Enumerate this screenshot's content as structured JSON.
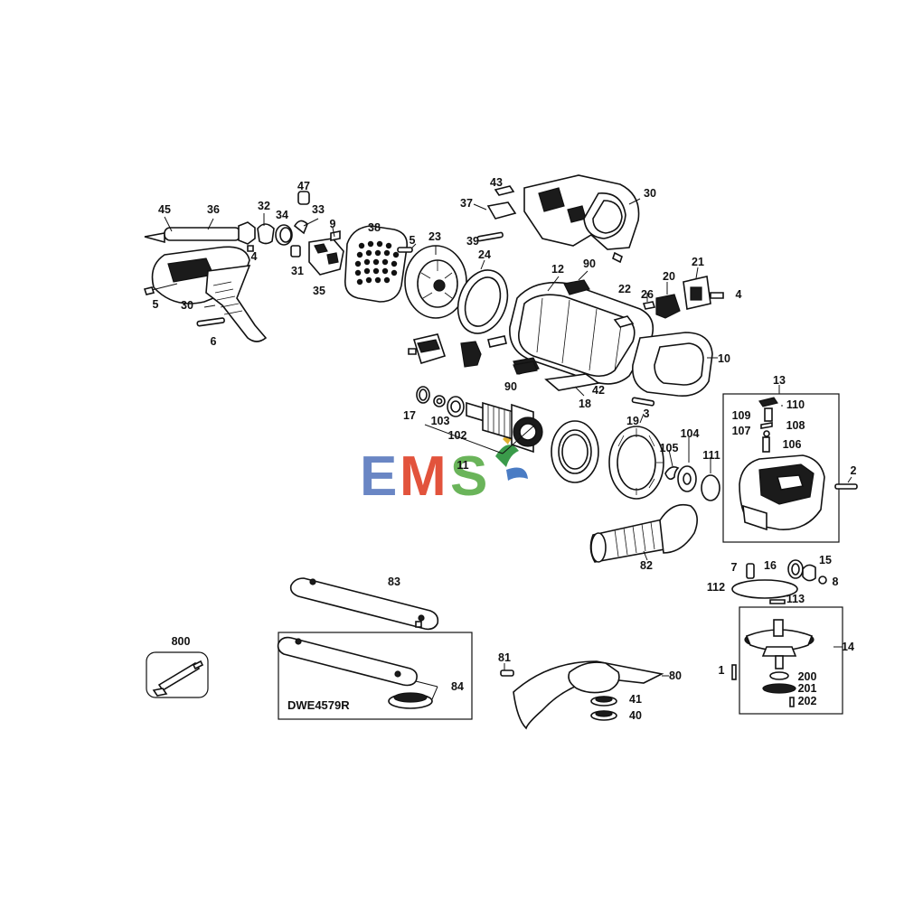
{
  "diagram": {
    "callouts": [
      "45",
      "36",
      "32",
      "34",
      "47",
      "33",
      "9",
      "4",
      "31",
      "35",
      "38",
      "5",
      "23",
      "24",
      "43",
      "37",
      "39",
      "30",
      "12",
      "90",
      "22",
      "26",
      "20",
      "21",
      "4",
      "10",
      "5",
      "30",
      "6",
      "17",
      "103",
      "102",
      "11",
      "18",
      "19",
      "3",
      "104",
      "105",
      "111",
      "13",
      "110",
      "109",
      "108",
      "107",
      "106",
      "2",
      "82",
      "7",
      "16",
      "15",
      "8",
      "112",
      "113",
      "14",
      "83",
      "800",
      "84",
      "81",
      "80",
      "41",
      "40",
      "1",
      "200",
      "201",
      "202",
      "42",
      "90"
    ],
    "model_label": "DWE4579R"
  },
  "watermark": {
    "text": "EMS",
    "colors": {
      "E": "#6a86c4",
      "M": "#e2533c",
      "S": "#6ab45a"
    }
  }
}
